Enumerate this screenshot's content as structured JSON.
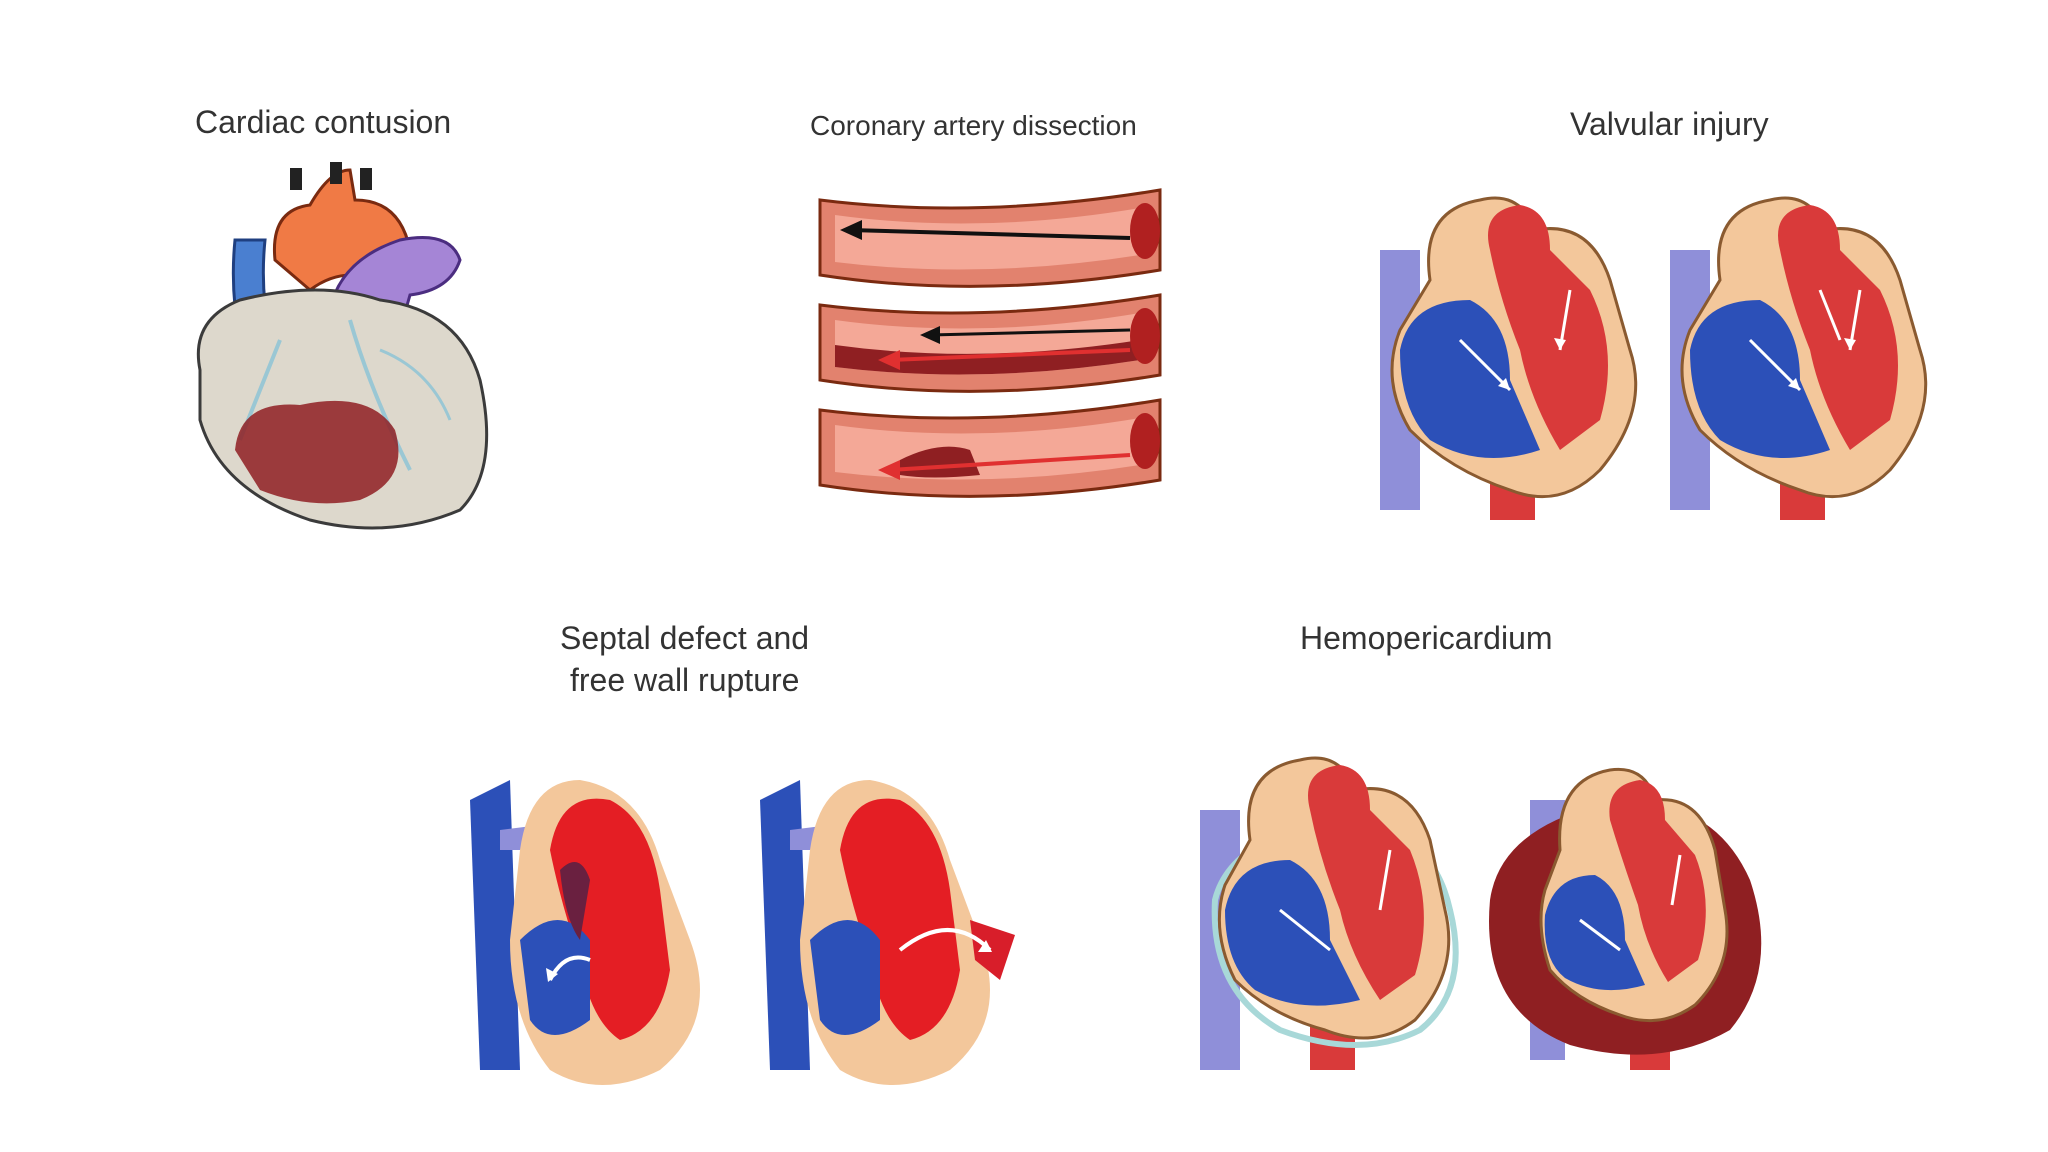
{
  "panels": {
    "contusion": {
      "title": "Cardiac contusion"
    },
    "dissection": {
      "title": "Coronary artery dissection"
    },
    "valvular": {
      "title": "Valvular injury"
    },
    "septal": {
      "title_line1": "Septal defect and",
      "title_line2": "free wall rupture"
    },
    "hemopericardium": {
      "title": "Hemopericardium"
    }
  },
  "colors": {
    "artery_red": "#d93a3a",
    "vessel_outer": "#e2826e",
    "vein_blue": "#2c50b8",
    "light_blue": "#8f8fd9",
    "tissue_beige": "#f3c79b",
    "hematoma": "#8f1f22",
    "contusion_heart": "#ddd8cc",
    "aorta_orange": "#f07a45",
    "pulmonary_purple": "#a585d6"
  }
}
